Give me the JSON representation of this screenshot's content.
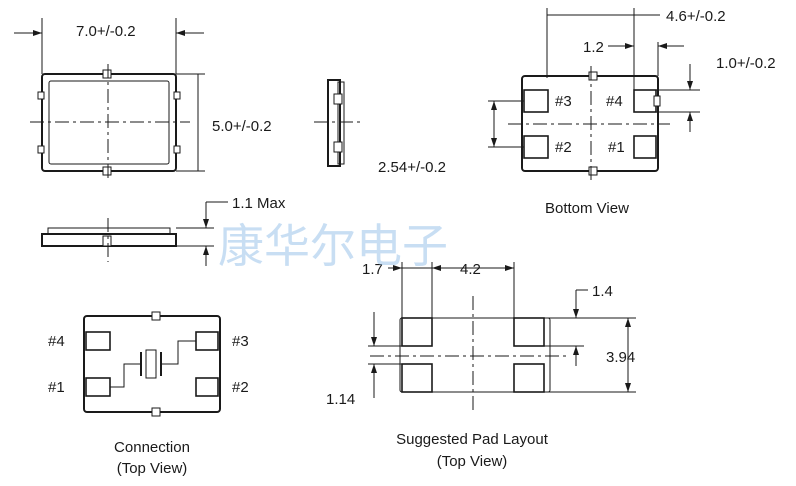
{
  "dimensions": {
    "length": "7.0+/-0.2",
    "width": "5.0+/-0.2",
    "bottom_span": "4.6+/-0.2",
    "pad_gap": "1.2",
    "pad_height": "1.0+/-0.2",
    "pad_pitch": "2.54+/-0.2",
    "height_max": "1.1 Max",
    "layout_pad_width": "1.7",
    "layout_pad_spacing": "4.2",
    "layout_pad_height": "1.4",
    "layout_span": "3.94",
    "layout_gap": "1.14"
  },
  "pins": {
    "p1": "#1",
    "p2": "#2",
    "p3": "#3",
    "p4": "#4"
  },
  "captions": {
    "bottom_view": "Bottom View",
    "connection": "Connection",
    "connection_sub": "(Top View)",
    "pad_layout": "Suggested Pad Layout",
    "pad_layout_sub": "(Top View)"
  },
  "watermark": "康华尔电子"
}
